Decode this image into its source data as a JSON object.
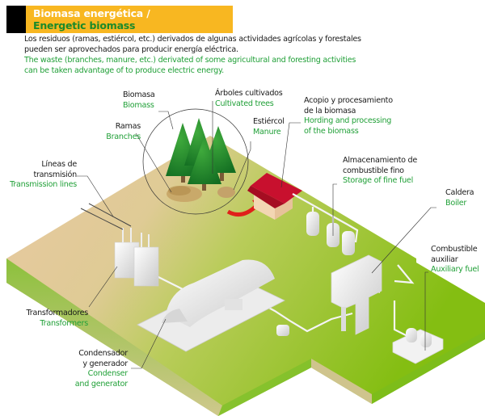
{
  "header": {
    "title_es": "Biomasa energética /",
    "title_en": "Energetic biomass"
  },
  "intro": {
    "es_line1": "Los residuos (ramas, estiércol, etc.) derivados de algunas actividades agrícolas y forestales",
    "es_line2": "pueden ser aprovechados para producir energía eléctrica.",
    "en_line1": "The waste (branches, manure, etc.) derivated of some agricultural and foresting activities",
    "en_line2": "can be taken advantage of to produce electric energy."
  },
  "labels": {
    "biomass": {
      "es": "Biomasa",
      "en": "Biomass"
    },
    "trees": {
      "es": "Árboles cultivados",
      "en": "Cultivated trees"
    },
    "branches": {
      "es": "Ramas",
      "en": "Branches"
    },
    "manure": {
      "es": "Estiércol",
      "en": "Manure"
    },
    "hording": {
      "es1": "Acopio y procesamiento",
      "es2": "de la biomasa",
      "en1": "Hording and processing",
      "en2": "of the biomass"
    },
    "transmission": {
      "es1": "Líneas de",
      "es2": "transmisión",
      "en": "Transmission lines"
    },
    "storage": {
      "es1": "Almacenamiento de",
      "es2": "combustible fino",
      "en": "Storage of fine fuel"
    },
    "boiler": {
      "es": "Caldera",
      "en": "Boiler"
    },
    "auxiliary": {
      "es1": "Combustible",
      "es2": "auxiliar",
      "en": "Auxiliary fuel"
    },
    "transformers": {
      "es": "Transformadores",
      "en": "Transformers"
    },
    "condenser": {
      "es1": "Condensador",
      "es2": "y generador",
      "en1": "Condenser",
      "en2": "and generator"
    }
  },
  "colors": {
    "header_bg": "#f8b721",
    "spanish_text": "#1a1a1a",
    "english_text": "#21a038",
    "ground_green": "#8cc21e",
    "ground_sand": "#e8c9a0",
    "roof_red": "#c8102e",
    "arrow_red": "#e0201a"
  }
}
